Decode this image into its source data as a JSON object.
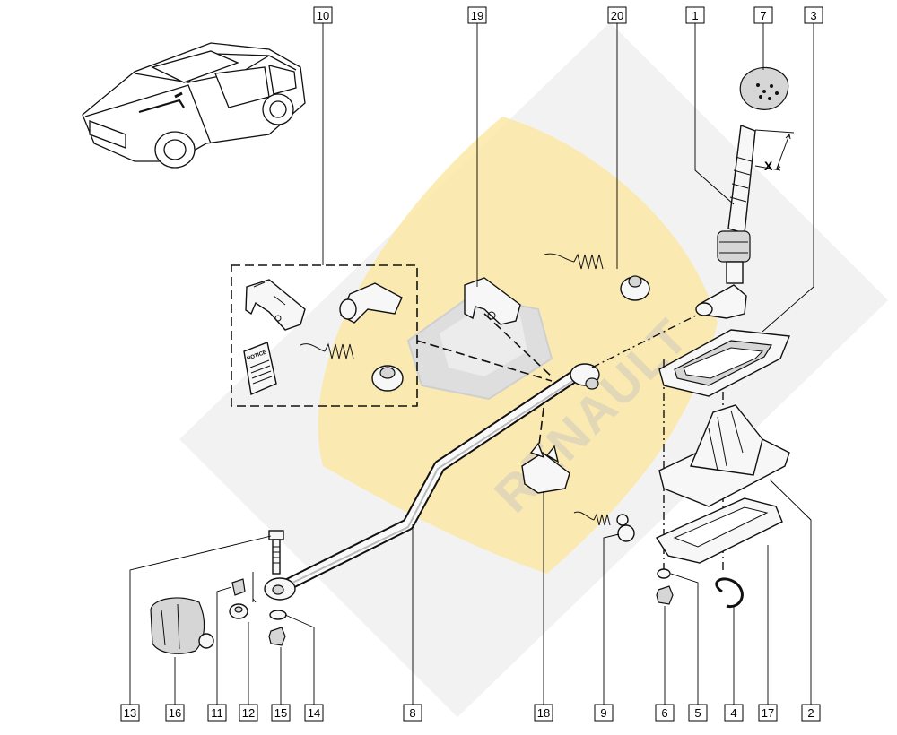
{
  "callouts": [
    {
      "id": "c10",
      "label": "10"
    },
    {
      "id": "c19",
      "label": "19"
    },
    {
      "id": "c20",
      "label": "20"
    },
    {
      "id": "c1",
      "label": "1"
    },
    {
      "id": "c7",
      "label": "7"
    },
    {
      "id": "c3",
      "label": "3"
    },
    {
      "id": "c13",
      "label": "13"
    },
    {
      "id": "c16",
      "label": "16"
    },
    {
      "id": "c11",
      "label": "11"
    },
    {
      "id": "c12",
      "label": "12"
    },
    {
      "id": "c15",
      "label": "15"
    },
    {
      "id": "c14",
      "label": "14"
    },
    {
      "id": "c8",
      "label": "8"
    },
    {
      "id": "c18",
      "label": "18"
    },
    {
      "id": "c9",
      "label": "9"
    },
    {
      "id": "c6",
      "label": "6"
    },
    {
      "id": "c5",
      "label": "5"
    },
    {
      "id": "c4",
      "label": "4"
    },
    {
      "id": "c17",
      "label": "17"
    },
    {
      "id": "c2",
      "label": "2"
    }
  ],
  "dimension_label": "X",
  "watermark_text": "RENAULT",
  "notice_text": "NOTICE",
  "colors": {
    "line": "#111111",
    "part_fill": "#f7f7f7",
    "watermark_yellow": "#fbe9a6",
    "watermark_grey": "#e6e6e6"
  }
}
